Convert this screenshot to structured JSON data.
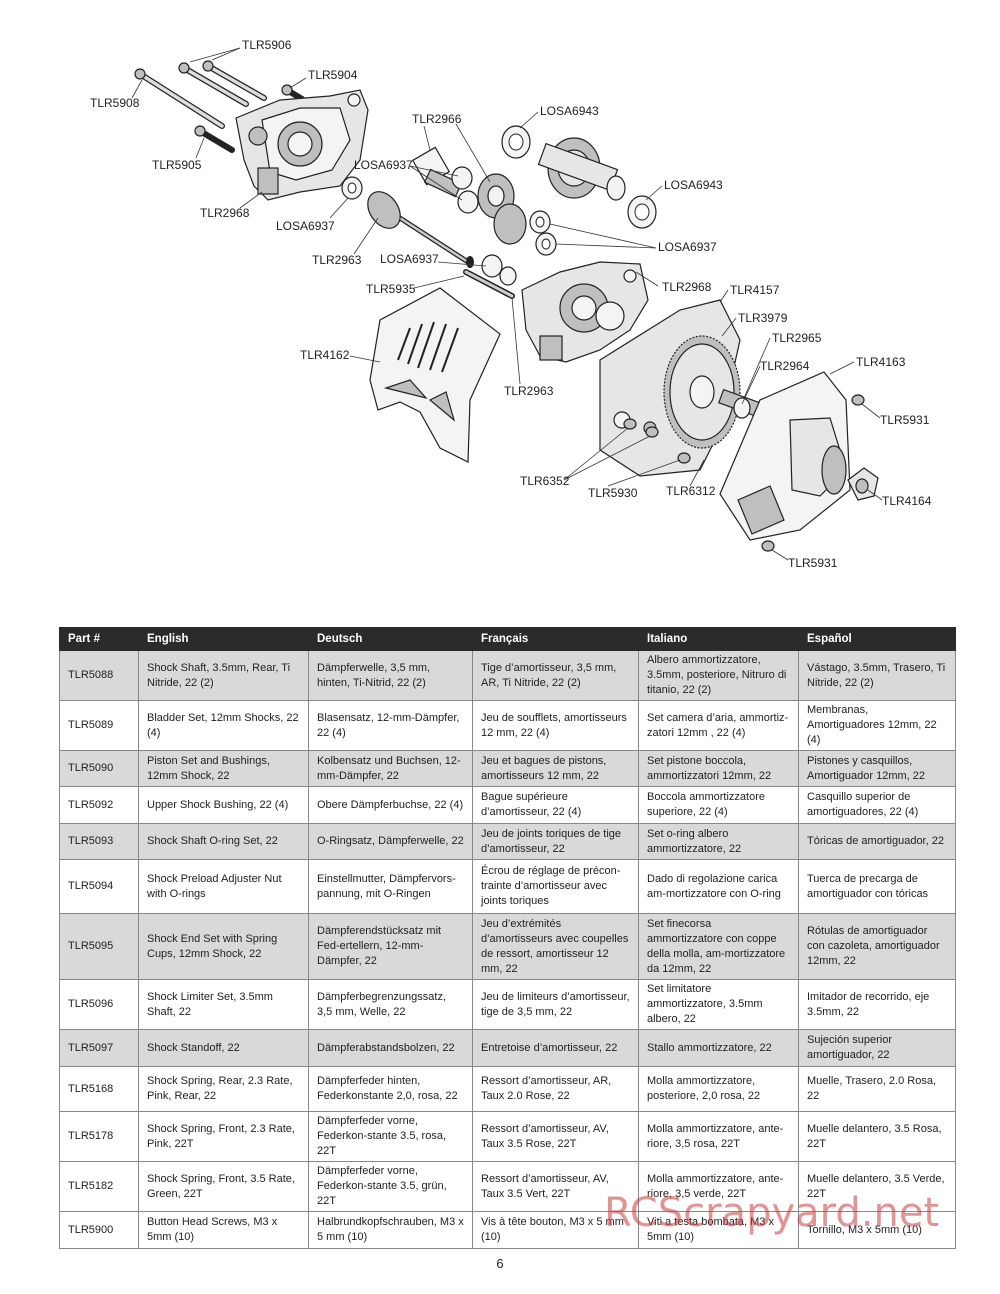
{
  "diagram": {
    "callouts": {
      "tlr5906": "TLR5906",
      "tlr5904": "TLR5904",
      "tlr5908": "TLR5908",
      "tlr2966": "TLR2966",
      "losa6943_top": "LOSA6943",
      "tlr5905": "TLR5905",
      "losa6937_a": "LOSA6937",
      "losa6943_right": "LOSA6943",
      "tlr2968_left": "TLR2968",
      "losa6937_b": "LOSA6937",
      "tlr2963_a": "TLR2963",
      "losa6937_c": "LOSA6937",
      "losa6937_d": "LOSA6937",
      "tlr2968_right": "TLR2968",
      "tlr5935": "TLR5935",
      "tlr4157": "TLR4157",
      "tlr3979": "TLR3979",
      "tlr2965": "TLR2965",
      "tlr4162": "TLR4162",
      "tlr4163": "TLR4163",
      "tlr2964": "TLR2964",
      "tlr2963_b": "TLR2963",
      "tlr5931_a": "TLR5931",
      "tlr6352": "TLR6352",
      "tlr5930": "TLR5930",
      "tlr6312": "TLR6312",
      "tlr4164": "TLR4164",
      "tlr5931_b": "TLR5931"
    }
  },
  "table": {
    "headers": [
      "Part #",
      "English",
      "Deutsch",
      "Français",
      "Italiano",
      "Español"
    ],
    "rows": [
      [
        "TLR5088",
        "Shock Shaft, 3.5mm, Rear, Ti Nitride, 22 (2)",
        "Dämpferwelle, 3,5 mm, hinten, Ti-Nitrid, 22 (2)",
        "Tige d’amortisseur, 3,5 mm, AR, Ti Nitride, 22 (2)",
        "Albero ammortizzatore, 3.5mm, posteriore, Nitruro di titanio, 22 (2)",
        "Vástago, 3.5mm, Trasero, Ti Nitride, 22 (2)"
      ],
      [
        "TLR5089",
        "Bladder Set, 12mm Shocks, 22 (4)",
        "Blasensatz, 12-mm-Dämpfer, 22 (4)",
        "Jeu de soufflets, amortisseurs 12 mm, 22 (4)",
        "Set camera d’aria, ammortiz-zatori 12mm , 22 (4)",
        "Membranas, Amortiguadores 12mm, 22 (4)"
      ],
      [
        "TLR5090",
        "Piston Set and Bushings, 12mm Shock, 22",
        "Kolbensatz und Buchsen, 12-mm-Dämpfer, 22",
        "Jeu et bagues de pistons, amortisseurs 12 mm, 22",
        "Set pistone boccola, ammortizzatori 12mm, 22",
        "Pistones y casquillos, Amortiguador 12mm, 22"
      ],
      [
        "TLR5092",
        "Upper Shock Bushing, 22 (4)",
        "Obere Dämpferbuchse, 22 (4)",
        "Bague supérieure d’amortisseur, 22 (4)",
        "Boccola ammortizzatore superiore, 22 (4)",
        "Casquillo superior de amortiguadores, 22 (4)"
      ],
      [
        "TLR5093",
        "Shock Shaft O-ring Set, 22",
        "O-Ringsatz, Dämpferwelle, 22",
        "Jeu de joints toriques de tige d’amortisseur, 22",
        "Set o-ring albero ammortizzatore, 22",
        "Tóricas de amortiguador, 22"
      ],
      [
        "TLR5094",
        "Shock Preload Adjuster Nut with O-rings",
        "Einstellmutter, Dämpfervors-pannung, mit O-Ringen",
        "Écrou de réglage de précon-trainte d’amortisseur avec joints toriques",
        "Dado di regolazione carica am-mortizzatore con O-ring",
        "Tuerca de precarga de amortiguador con tóricas"
      ],
      [
        "TLR5095",
        "Shock End Set with Spring Cups, 12mm Shock, 22",
        "Dämpferendstücksatz mit Fed-ertellern, 12-mm-Dämpfer, 22",
        "Jeu d’extrémités d’amortisseurs avec coupelles de ressort, amortisseur 12 mm, 22",
        "Set finecorsa ammortizzatore con coppe della molla, am-mortizzatore da 12mm, 22",
        " Rótulas de amortiguador con cazoleta, amortiguador 12mm, 22"
      ],
      [
        "TLR5096",
        "Shock Limiter Set, 3.5mm Shaft, 22",
        "Dämpferbegrenzungssatz, 3,5 mm,  Welle, 22",
        "Jeu de limiteurs d’amortisseur, tige de 3,5 mm, 22",
        "Set limitatore ammortizzatore, 3.5mm albero, 22",
        "Imitador de recorrido, eje 3.5mm, 22"
      ],
      [
        "TLR5097",
        "Shock Standoff, 22",
        "Dämpferabstandsbolzen, 22",
        "Entretoise d’amortisseur, 22",
        "Stallo ammortizzatore, 22",
        "Sujeción superior amortiguador, 22"
      ],
      [
        "TLR5168",
        "Shock Spring, Rear, 2.3 Rate, Pink, Rear, 22",
        "Dämpferfeder hinten, Federkonstante 2,0, rosa, 22",
        "Ressort d’amortisseur, AR, Taux 2.0 Rose, 22",
        "Molla ammortizzatore, posteriore, 2,0 rosa, 22",
        "Muelle, Trasero, 2.0 Rosa, 22"
      ],
      [
        "TLR5178",
        "Shock Spring, Front, 2.3 Rate, Pink, 22T",
        "Dämpferfeder vorne, Federkon-stante 3.5, rosa, 22T",
        "Ressort d’amortisseur, AV, Taux 3.5 Rose, 22T",
        "Molla ammortizzatore, ante-riore, 3,5 rosa, 22T",
        "Muelle delantero, 3.5 Rosa, 22T"
      ],
      [
        "TLR5182",
        "Shock Spring, Front, 3.5 Rate, Green, 22T",
        "Dämpferfeder vorne, Federkon-stante 3.5, grün, 22T",
        "Ressort d’amortisseur, AV, Taux 3.5 Vert, 22T",
        "Molla ammortizzatore, ante-riore, 3,5 verde, 22T",
        "Muelle delantero, 3.5 Verde, 22T"
      ],
      [
        "TLR5900",
        "Button Head Screws, M3 x 5mm (10)",
        "Halbrundkopfschrauben, M3 x 5 mm (10)",
        "Vis à tête bouton, M3 x 5 mm (10)",
        "Viti a testa bombata, M3 x 5mm (10)",
        "Tornillo, M3 x 5mm (10)"
      ]
    ]
  },
  "watermark": "RCScrapyard.net",
  "page_number": "6"
}
